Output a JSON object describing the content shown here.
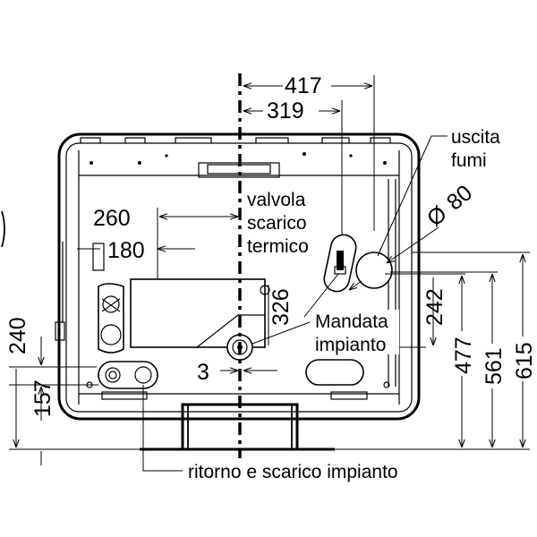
{
  "labels": {
    "uscita_line1": "uscita",
    "uscita_line2": "fumi",
    "diameter_symbol": "Ø",
    "diameter_value": "80",
    "valvola_line1": "valvola",
    "valvola_line2": "scarico",
    "valvola_line3": "termico",
    "mandata_line1": "Mandata",
    "mandata_line2": "impianto",
    "ritorno": "ritorno e scarico impianto"
  },
  "dimensions": {
    "d417": "417",
    "d319": "319",
    "d260": "260",
    "d180": "180",
    "d326": "326",
    "d3": "3",
    "d240": "240",
    "d157": "157",
    "d242": "242",
    "d477": "477",
    "d561": "561",
    "d615": "615"
  }
}
